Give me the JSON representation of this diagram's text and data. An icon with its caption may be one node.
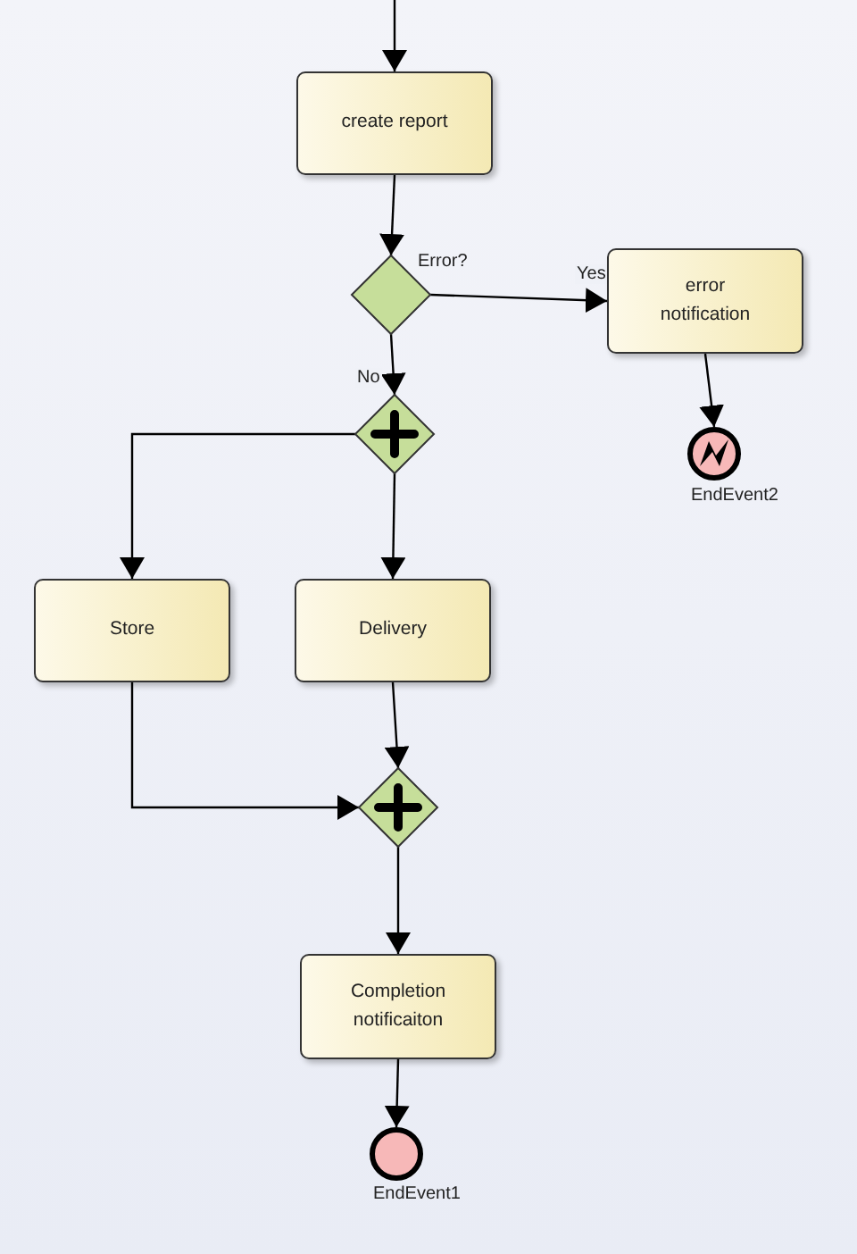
{
  "diagram": {
    "nodes": [
      {
        "text": [
          "create report"
        ]
      },
      {
        "text": [],
        "shape": "diamond",
        "beside": [
          "Error?"
        ]
      },
      {
        "text": [
          "error notification"
        ]
      },
      {
        "text": [],
        "shape": "circle",
        "beside": [
          "EndEvent2"
        ]
      },
      {
        "text": [],
        "shape": "diamond"
      },
      {
        "text": [
          "Store"
        ]
      },
      {
        "text": [
          "Delivery"
        ]
      },
      {
        "text": [],
        "shape": "diamond"
      },
      {
        "text": [
          "Completion notificaiton"
        ]
      },
      {
        "text": [],
        "shape": "circle",
        "beside": [
          "EndEvent1"
        ]
      }
    ],
    "edges": [
      {
        "from": null,
        "to": 0,
        "arrow": "to"
      },
      {
        "from": 0,
        "to": 1,
        "arrow": "to"
      },
      {
        "from": 1,
        "to": 2,
        "arrow": "to",
        "label": "Yes"
      },
      {
        "from": 2,
        "to": 3,
        "arrow": "to"
      },
      {
        "from": 1,
        "to": 4,
        "arrow": "to",
        "label": "No"
      },
      {
        "from": 4,
        "to": 5,
        "arrow": "to"
      },
      {
        "from": 4,
        "to": 6,
        "arrow": "to"
      },
      {
        "from": 6,
        "to": 7,
        "arrow": "to"
      },
      {
        "from": 5,
        "to": 7,
        "arrow": "to"
      },
      {
        "from": 7,
        "to": 8,
        "arrow": "to"
      },
      {
        "from": 8,
        "to": 9,
        "arrow": "to"
      }
    ]
  }
}
